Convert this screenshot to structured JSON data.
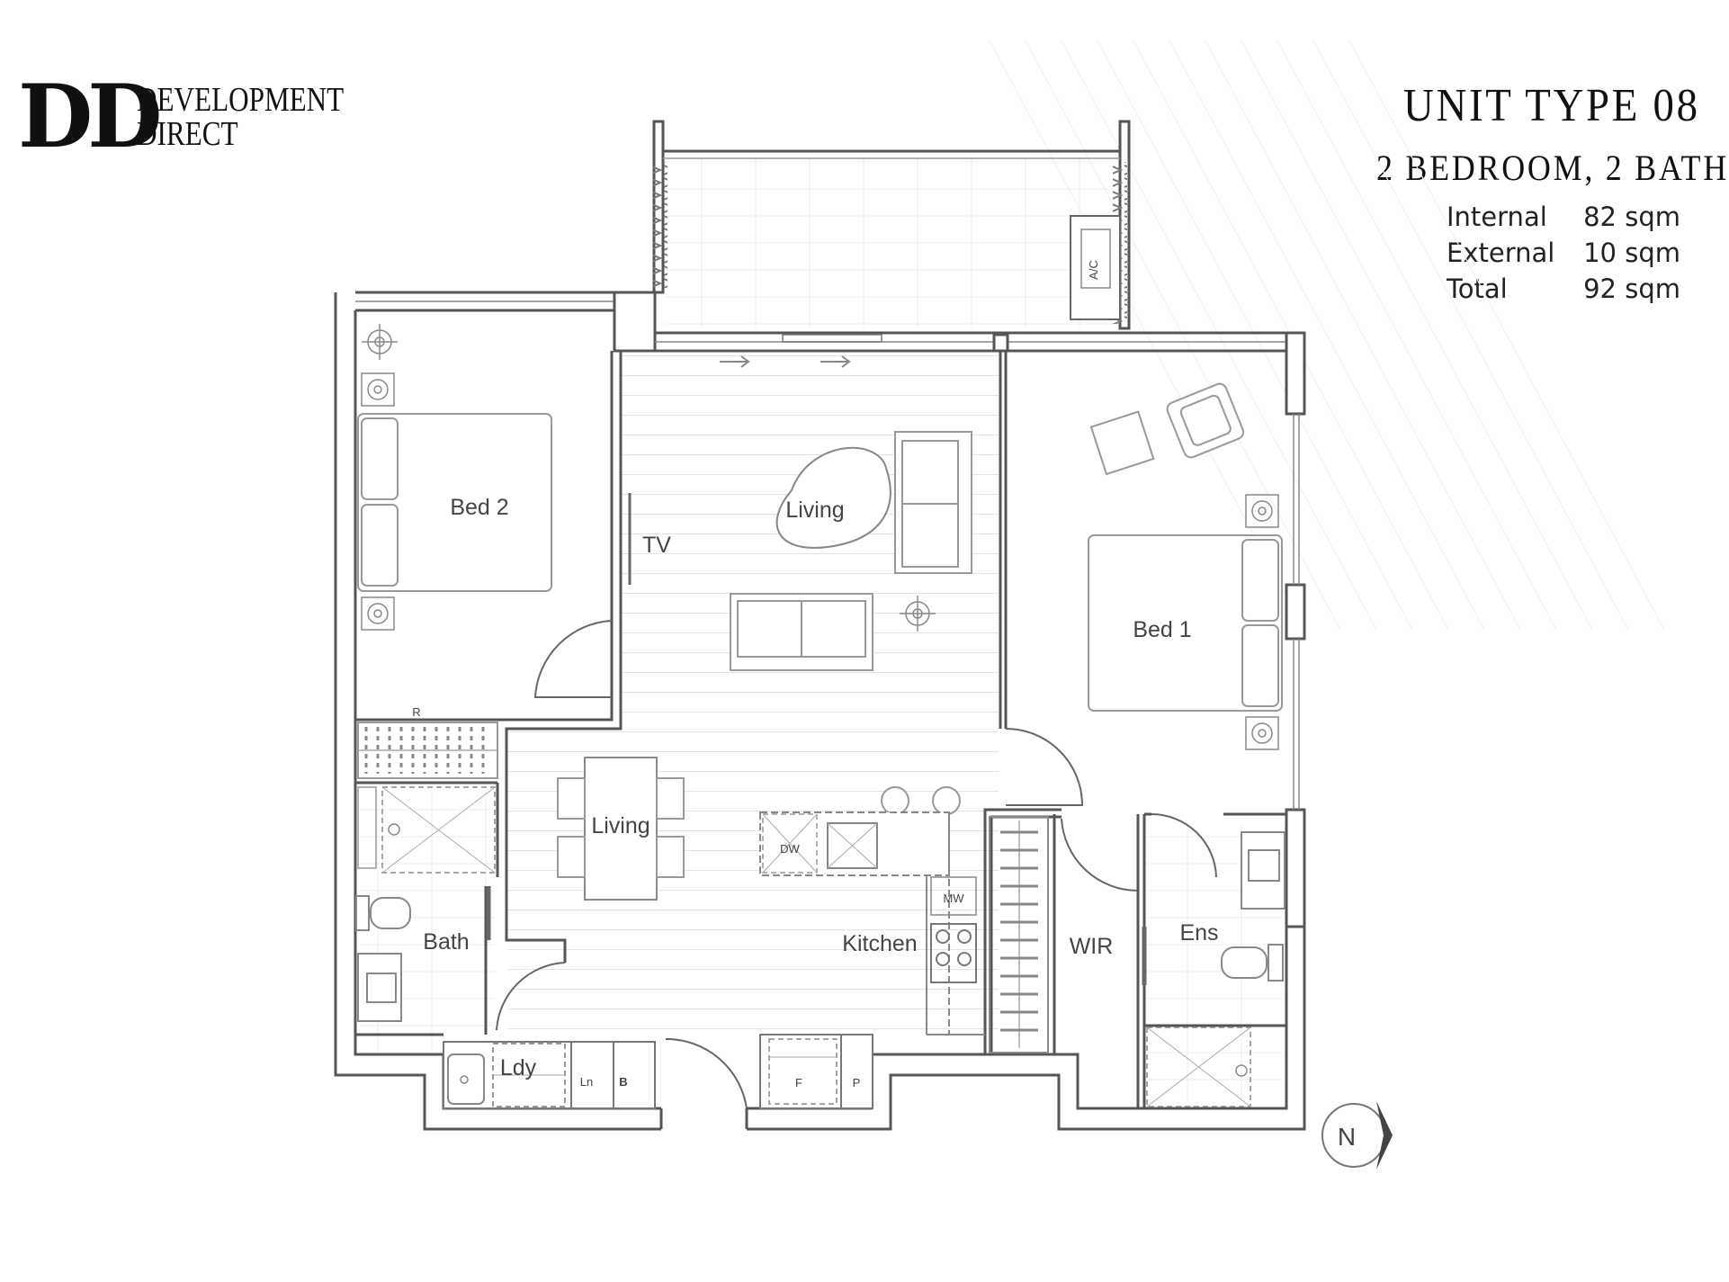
{
  "brand": {
    "mark": "DD",
    "line1": "DEVELOPMENT",
    "line2": "DIRECT"
  },
  "unit": {
    "title": "UNIT TYPE 08",
    "subtitle": "2 BEDROOM, 2 BATH",
    "areas": [
      {
        "label": "Internal",
        "value": "82 sqm"
      },
      {
        "label": "External",
        "value": "10 sqm"
      },
      {
        "label": "Total",
        "value": "92 sqm"
      }
    ]
  },
  "rooms": {
    "bed2": "Bed 2",
    "bed1": "Bed 1",
    "living": "Living",
    "tv": "TV",
    "dining": "Living",
    "kitchen": "Kitchen",
    "bath": "Bath",
    "ensuite": "Ens",
    "wir": "WIR",
    "laundry": "Ldy"
  },
  "fixtures": {
    "ac": "A/C",
    "robe": "R",
    "dishwasher": "DW",
    "microwave": "MW",
    "linen": "Ln",
    "b": "B",
    "fridge": "F",
    "pantry": "P"
  },
  "compass": {
    "label": "N"
  },
  "colors": {
    "wall": "#555555",
    "line": "#9a9a9a",
    "floor_line": "#e2e2e2",
    "text": "#111111"
  }
}
